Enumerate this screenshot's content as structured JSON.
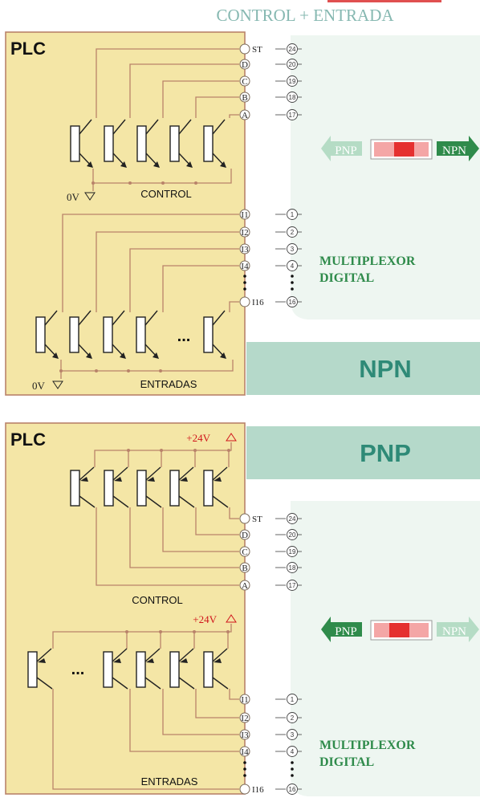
{
  "header": {
    "title": "CONTROL + ENTRADA"
  },
  "top": {
    "plc_label": "PLC",
    "ov_top": "0V",
    "ov_bottom": "0V",
    "control_label": "CONTROL",
    "entradas_label": "ENTRADAS",
    "control_terms": [
      "ST",
      "D",
      "C",
      "B",
      "A"
    ],
    "control_pins": [
      "24",
      "20",
      "19",
      "18",
      "17"
    ],
    "input_terms": [
      "I1",
      "I2",
      "I3",
      "I4",
      "I16"
    ],
    "input_pins": [
      "1",
      "2",
      "3",
      "4",
      "16"
    ],
    "switch": {
      "left": "PNP",
      "right": "NPN",
      "active": "NPN"
    },
    "mux_line1": "MULTIPLEXOR",
    "mux_line2": "DIGITAL",
    "banner": "NPN",
    "ellipsis": "..."
  },
  "bottom": {
    "plc_label": "PLC",
    "v24_top": "+24V",
    "v24_bottom": "+24V",
    "control_label": "CONTROL",
    "entradas_label": "ENTRADAS",
    "control_terms": [
      "ST",
      "D",
      "C",
      "B",
      "A"
    ],
    "control_pins": [
      "24",
      "20",
      "19",
      "18",
      "17"
    ],
    "input_terms": [
      "I1",
      "I2",
      "I3",
      "I4",
      "I16"
    ],
    "input_pins": [
      "1",
      "2",
      "3",
      "4",
      "16"
    ],
    "switch": {
      "left": "PNP",
      "right": "NPN",
      "active": "PNP"
    },
    "mux_line1": "MULTIPLEXOR",
    "mux_line2": "DIGITAL",
    "banner": "PNP",
    "ellipsis": "..."
  },
  "colors": {
    "plc_fill": "#f4e6a6",
    "wire": "#b9836a",
    "mux_panel": "#eef6f1",
    "banner": "#b5d9ca",
    "text_green": "#2f8b4b",
    "text_teal": "#2e8a77",
    "switch_red": "#e53030",
    "header_text": "#86b8b1",
    "v24_red": "#d0141b"
  }
}
